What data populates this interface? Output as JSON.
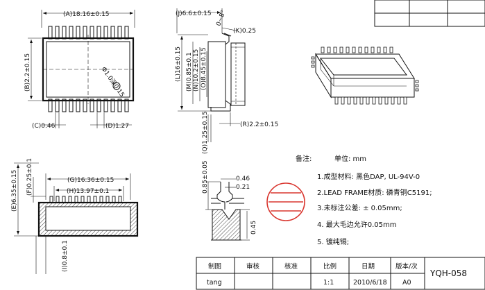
{
  "top_view": {
    "dim_a": "(A)18.16±0.15",
    "dim_b": "(B)2.2±0.15",
    "dim_c": "(C)0.46",
    "dim_d": "(D)1.27",
    "dim_pin1": "Φ1.0深0.15"
  },
  "side_view": {
    "dim_j": "(J)6.6±0.15",
    "angle": "0~8°",
    "dim_k": "(K)0.25",
    "dim_l": "(L)16±0.15",
    "dim_m": "(M)0.85±0.1",
    "dim_n": "(N)10.2±0.15",
    "dim_o": "(O)8.45±0.15",
    "dim_q": "(Q)1.25±0.15",
    "dim_r": "(R)2.2±0.15"
  },
  "front_view": {
    "dim_e": "(E)6.35±0.15",
    "dim_f": "(F)0.25±0.1",
    "dim_g": "(G)16.36±0.15",
    "dim_h": "(H)13.97±0.1",
    "dim_i": "(I)0.8±0.1"
  },
  "detail_view": {
    "dim_085": "0.85±0.05",
    "dim_046": "0.46",
    "dim_021": "0.21",
    "dim_045": "0.45"
  },
  "notes": {
    "header": "备注:",
    "unit": "单位: mm",
    "items": [
      "1.成型材料: 黑色DAP, UL-94V-0",
      "2.LEAD FRAME材质: 磷青铜C5191;",
      "3.未标注公差: ± 0.05mm;",
      "4. 最大毛边允许0.05mm",
      "5. 镀纯锡;"
    ]
  },
  "title_block": {
    "headers": [
      "制图",
      "审核",
      "核准",
      "比例",
      "日期",
      "版本/次"
    ],
    "values": [
      "tang",
      "",
      "",
      "1:1",
      "2010/6/18",
      "A0"
    ],
    "part_no": "YQH-058"
  }
}
